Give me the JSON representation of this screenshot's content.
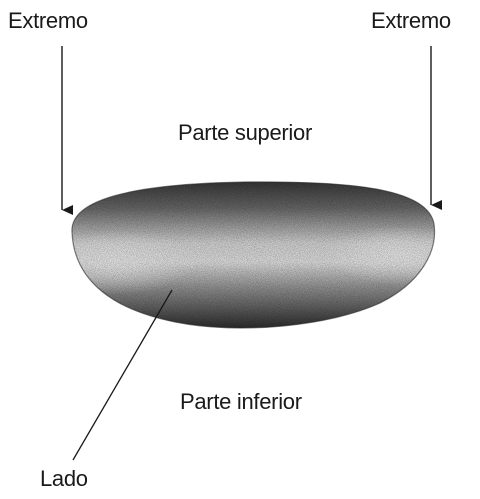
{
  "labels": {
    "end_left": "Extremo",
    "end_right": "Extremo",
    "top_part": "Parte superior",
    "bottom_part": "Parte inferior",
    "side": "Lado"
  },
  "colors": {
    "background": "#ffffff",
    "text": "#1a1a1a",
    "grain_dark": "#2e2e2e",
    "grain_mid": "#8a8a8a",
    "grain_light": "#e2e2e2"
  }
}
